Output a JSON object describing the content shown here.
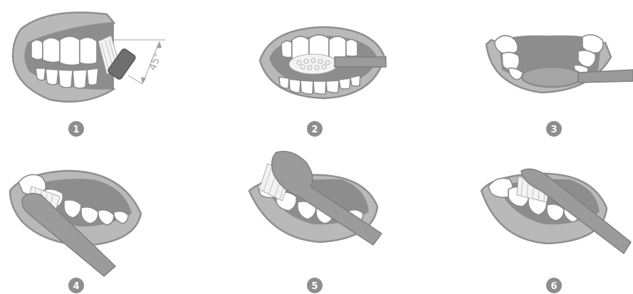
{
  "diagram": {
    "angle_label": "45°",
    "steps": [
      {
        "number": "1"
      },
      {
        "number": "2"
      },
      {
        "number": "3"
      },
      {
        "number": "4"
      },
      {
        "number": "5"
      },
      {
        "number": "6"
      }
    ],
    "colors": {
      "lip": "#b9b9b9",
      "mouth": "#8d8d8d",
      "brush": "#9b9b9b",
      "badge": "#8e8e8e"
    }
  }
}
